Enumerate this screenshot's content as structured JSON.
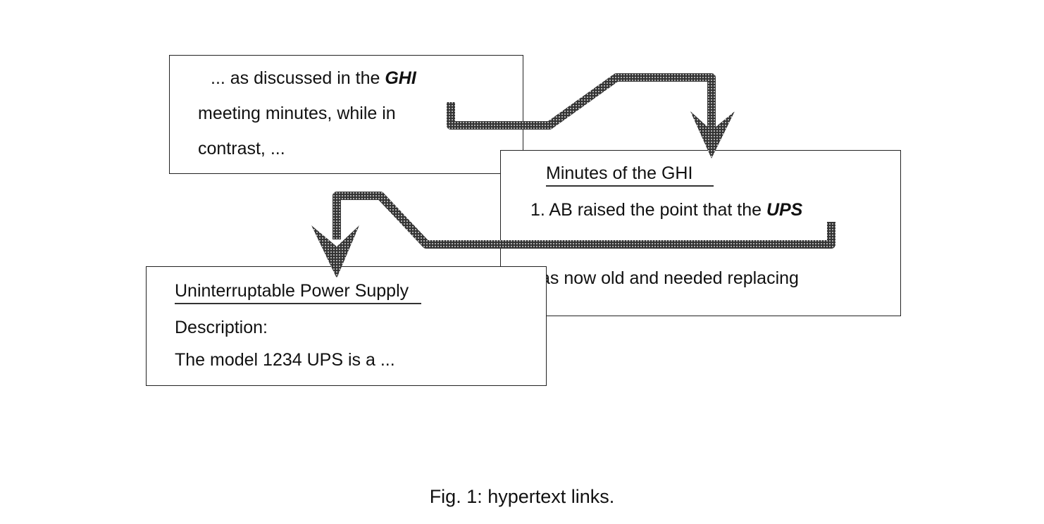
{
  "doc1": {
    "line1_pre": "... as discussed in the ",
    "line1_link": "GHI",
    "line2": "meeting minutes, while in",
    "line3": "contrast, ..."
  },
  "doc2": {
    "title": "Minutes of the GHI",
    "line1_pre": "1. AB raised the point that the ",
    "line1_link": "UPS",
    "line2": "as now old and needed replacing"
  },
  "doc3": {
    "title": "Uninterruptable Power Supply",
    "line1": "Description:",
    "line2": "The model 1234 UPS is a ..."
  },
  "caption": "Fig. 1: hypertext links.",
  "colors": {
    "arrow": "#555555",
    "border": "#222222"
  }
}
